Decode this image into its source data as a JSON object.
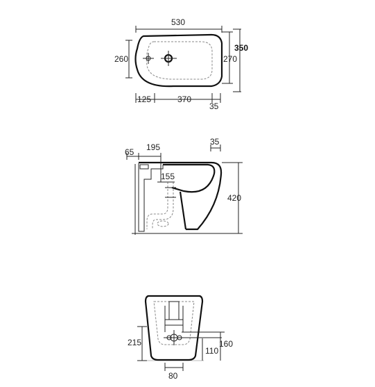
{
  "top_view": {
    "width": "530",
    "height_inner": "260",
    "height_right": "270",
    "height_total": "350",
    "offset_left": "125",
    "offset_mid": "370",
    "offset_right": "35"
  },
  "side_view": {
    "depth_left": "65",
    "depth_mid": "195",
    "depth_right": "35",
    "drain_height": "155",
    "total_height": "420"
  },
  "front_view": {
    "height_left": "215",
    "height_right_low": "110",
    "height_right_high": "160",
    "base_width": "80"
  }
}
